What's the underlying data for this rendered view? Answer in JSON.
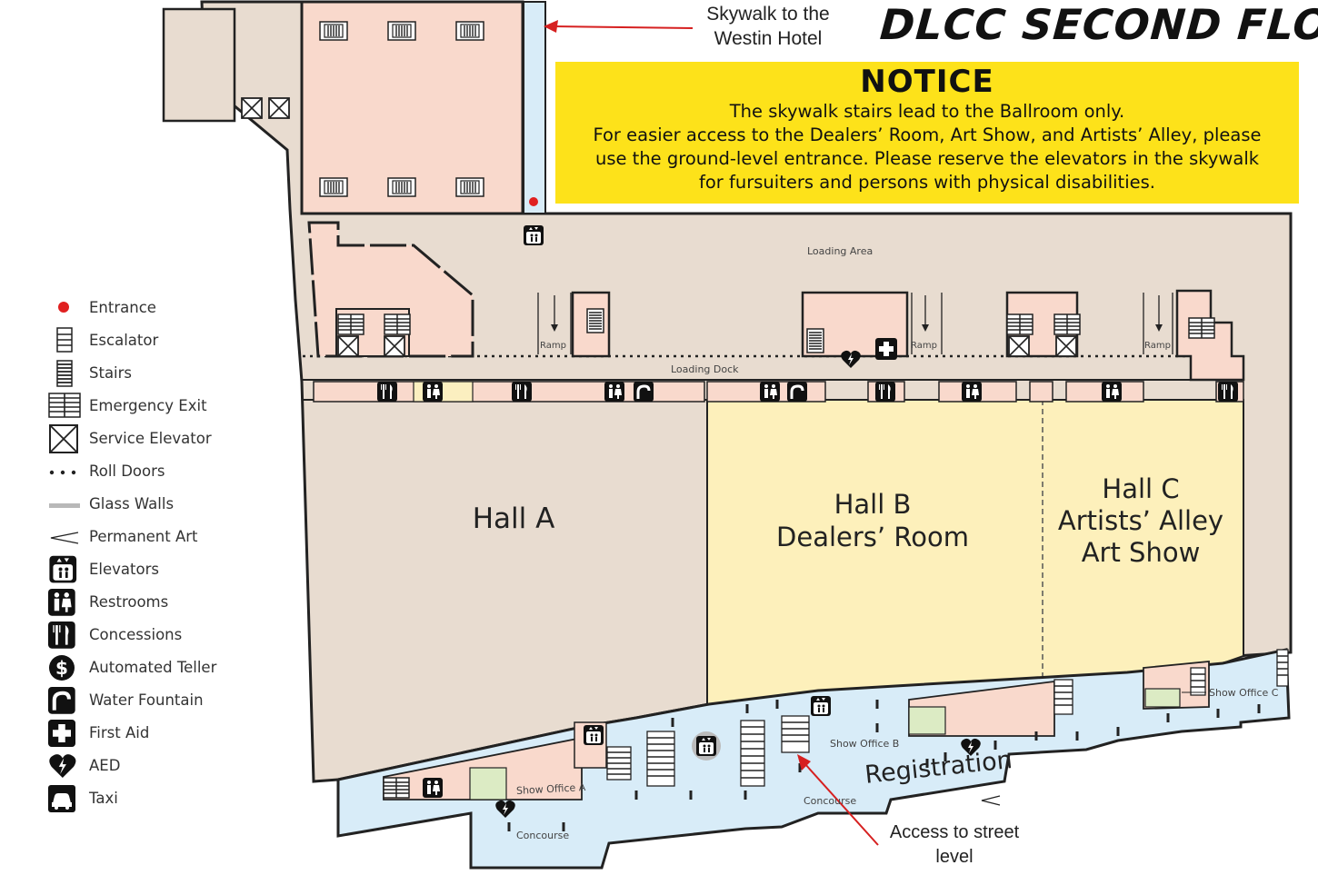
{
  "title": "DLCC SECOND FLOOR",
  "notice": {
    "heading": "NOTICE",
    "lines": [
      "The skywalk stairs lead to the Ballroom only.",
      "For easier access to the Dealers’ Room, Art Show, and Artists’ Alley, please",
      "use the ground-level entrance. Please reserve the elevators in the skywalk",
      "for fursuiters and persons with physical disabilities."
    ]
  },
  "callouts": {
    "skywalk_line1": "Skywalk to the",
    "skywalk_line2": "Westin Hotel",
    "street_line1": "Access to street",
    "street_line2": "level"
  },
  "halls": {
    "a": "Hall A",
    "b_line1": "Hall B",
    "b_line2": "Dealers’ Room",
    "c_line1": "Hall C",
    "c_line2": "Artists’ Alley",
    "c_line3": "Art Show"
  },
  "areas": {
    "loading_area": "Loading Area",
    "loading_dock": "Loading Dock",
    "ramp": "Ramp",
    "registration": "Registration",
    "concourse": "Concourse",
    "show_office_a": "Show Office A",
    "show_office_b": "Show Office B",
    "show_office_c": "Show Office C"
  },
  "legend": [
    {
      "icon": "entrance-dot-icon",
      "label": "Entrance"
    },
    {
      "icon": "escalator-icon",
      "label": "Escalator"
    },
    {
      "icon": "stairs-icon",
      "label": "Stairs"
    },
    {
      "icon": "emergency-exit-icon",
      "label": "Emergency Exit"
    },
    {
      "icon": "service-elevator-icon",
      "label": "Service Elevator"
    },
    {
      "icon": "roll-doors-icon",
      "label": "Roll Doors"
    },
    {
      "icon": "glass-walls-icon",
      "label": "Glass Walls"
    },
    {
      "icon": "permanent-art-icon",
      "label": "Permanent Art"
    },
    {
      "icon": "elevator-icon",
      "label": "Elevators"
    },
    {
      "icon": "restroom-icon",
      "label": "Restrooms"
    },
    {
      "icon": "concessions-icon",
      "label": "Concessions"
    },
    {
      "icon": "atm-icon",
      "label": "Automated Teller"
    },
    {
      "icon": "water-fountain-icon",
      "label": "Water Fountain"
    },
    {
      "icon": "first-aid-icon",
      "label": "First Aid"
    },
    {
      "icon": "aed-icon",
      "label": "AED"
    },
    {
      "icon": "taxi-icon",
      "label": "Taxi"
    }
  ],
  "colors": {
    "hall_a": "#e8dcd0",
    "hall_bc": "#fdf0bb",
    "ballroom": "#f9d9cc",
    "concourse": "#d8ecf8",
    "notice": "#fde21a",
    "entrance": "#e02020",
    "arrow": "#d62020",
    "green_office": "#dcebc4"
  }
}
